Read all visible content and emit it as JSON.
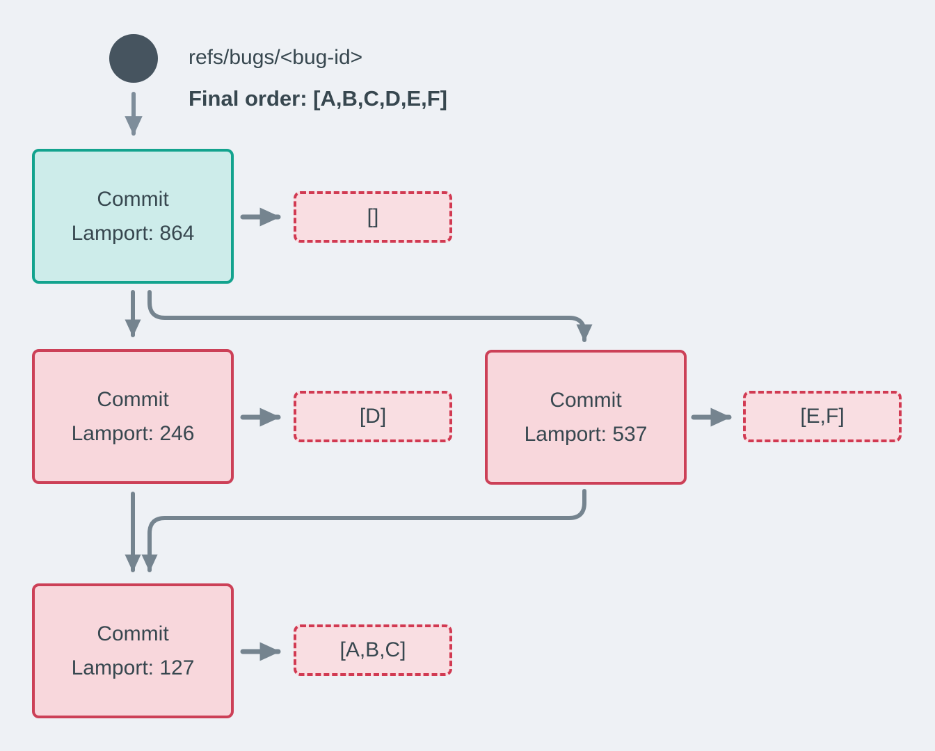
{
  "header": {
    "ref_label": "refs/bugs/<bug-id>",
    "final_order": "Final order: [A,B,C,D,E,F]"
  },
  "nodes": {
    "root": {
      "title": "Commit",
      "lamport": "Lamport: 864",
      "payload": "[]"
    },
    "left": {
      "title": "Commit",
      "lamport": "Lamport: 246",
      "payload": "[D]"
    },
    "right": {
      "title": "Commit",
      "lamport": "Lamport: 537",
      "payload": "[E,F]"
    },
    "merge": {
      "title": "Commit",
      "lamport": "Lamport: 127",
      "payload": "[A,B,C]"
    }
  },
  "colors": {
    "background": "#eef1f5",
    "text": "#37474f",
    "ref_circle": "#46545f",
    "arrow": "#75848f",
    "highlight_node_border": "#13a38e",
    "highlight_node_fill": "#cdecea",
    "node_border": "#cc4057",
    "node_fill": "#f8d7dc",
    "payload_border": "#d13a52",
    "payload_fill": "#f9dee2"
  }
}
